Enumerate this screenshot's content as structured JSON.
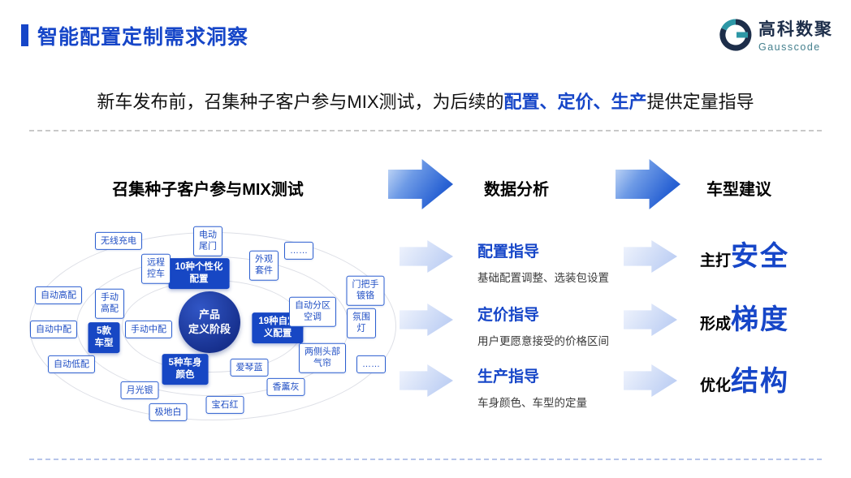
{
  "header": {
    "title": "智能配置定制需求洞察",
    "logo": {
      "name": "高科数聚",
      "subtitle": "Gausscode"
    }
  },
  "subtitle": {
    "pre": "新车发布前，召集种子客户参与MIX测试，为后续的",
    "highlight": "配置、定价、生产",
    "post": "提供定量指导"
  },
  "flow": {
    "step1_title": "召集种子客户参与MIX测试",
    "step2_title": "数据分析",
    "step3_title": "车型建议"
  },
  "diagram": {
    "center": "产品\n定义阶段",
    "categories": [
      {
        "label": "10种个性化\n配置"
      },
      {
        "label": "5款\n车型"
      },
      {
        "label": "19种自定\n义配置"
      },
      {
        "label": "5种车身\n颜色"
      }
    ],
    "chips": [
      {
        "label": "无线充电"
      },
      {
        "label": "电动\n尾门"
      },
      {
        "label": "远程\n控车"
      },
      {
        "label": "外观\n套件"
      },
      {
        "label": "……"
      },
      {
        "label": "自动高配"
      },
      {
        "label": "手动\n高配"
      },
      {
        "label": "自动中配"
      },
      {
        "label": "手动中配"
      },
      {
        "label": "自动低配"
      },
      {
        "label": "月光银"
      },
      {
        "label": "极地白"
      },
      {
        "label": "宝石红"
      },
      {
        "label": "香薰灰"
      },
      {
        "label": "爱琴蓝"
      },
      {
        "label": "两侧头部\n气帘"
      },
      {
        "label": "……"
      },
      {
        "label": "氛围\n灯"
      },
      {
        "label": "自动分区\n空调"
      },
      {
        "label": "门把手\n镀铬"
      }
    ]
  },
  "guidance": [
    {
      "title": "配置指导",
      "desc": "基础配置调整、选装包设置",
      "prefix": "主打",
      "keyword": "安全"
    },
    {
      "title": "定价指导",
      "desc": "用户更愿意接受的价格区间",
      "prefix": "形成",
      "keyword": "梯度"
    },
    {
      "title": "生产指导",
      "desc": "车身颜色、车型的定量",
      "prefix": "优化",
      "keyword": "结构"
    }
  ],
  "colors": {
    "accent_blue": "#1646C8",
    "deep_navy": "#162F8C",
    "arrow_dark": "#2A63D4",
    "arrow_light": "#C9D8F6",
    "logo_teal": "#2D97A6"
  }
}
